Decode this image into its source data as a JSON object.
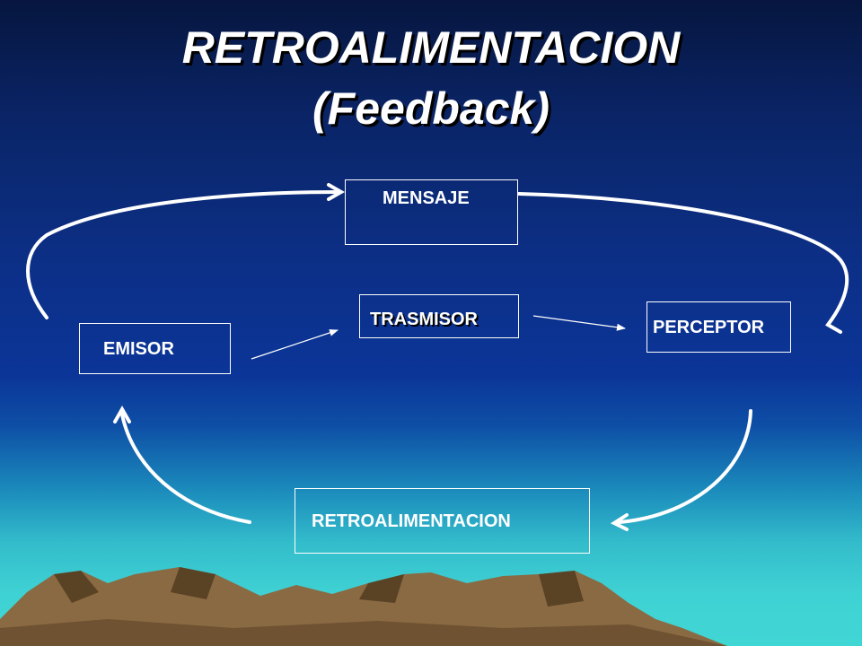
{
  "title": {
    "line1": "RETROALIMENTACION",
    "line2": "(Feedback)"
  },
  "nodes": {
    "mensaje": "MENSAJE",
    "trasmisor": "TRASMISOR",
    "emisor": "EMISOR",
    "perceptor": "PERCEPTOR",
    "retroalimentacion": "RETROALIMENTACION"
  },
  "colors": {
    "sky_top": "#06163f",
    "sky_mid": "#0c2f86",
    "sea": "#40d6d4",
    "mountain": "#8a6a43",
    "line": "#ffffff"
  }
}
